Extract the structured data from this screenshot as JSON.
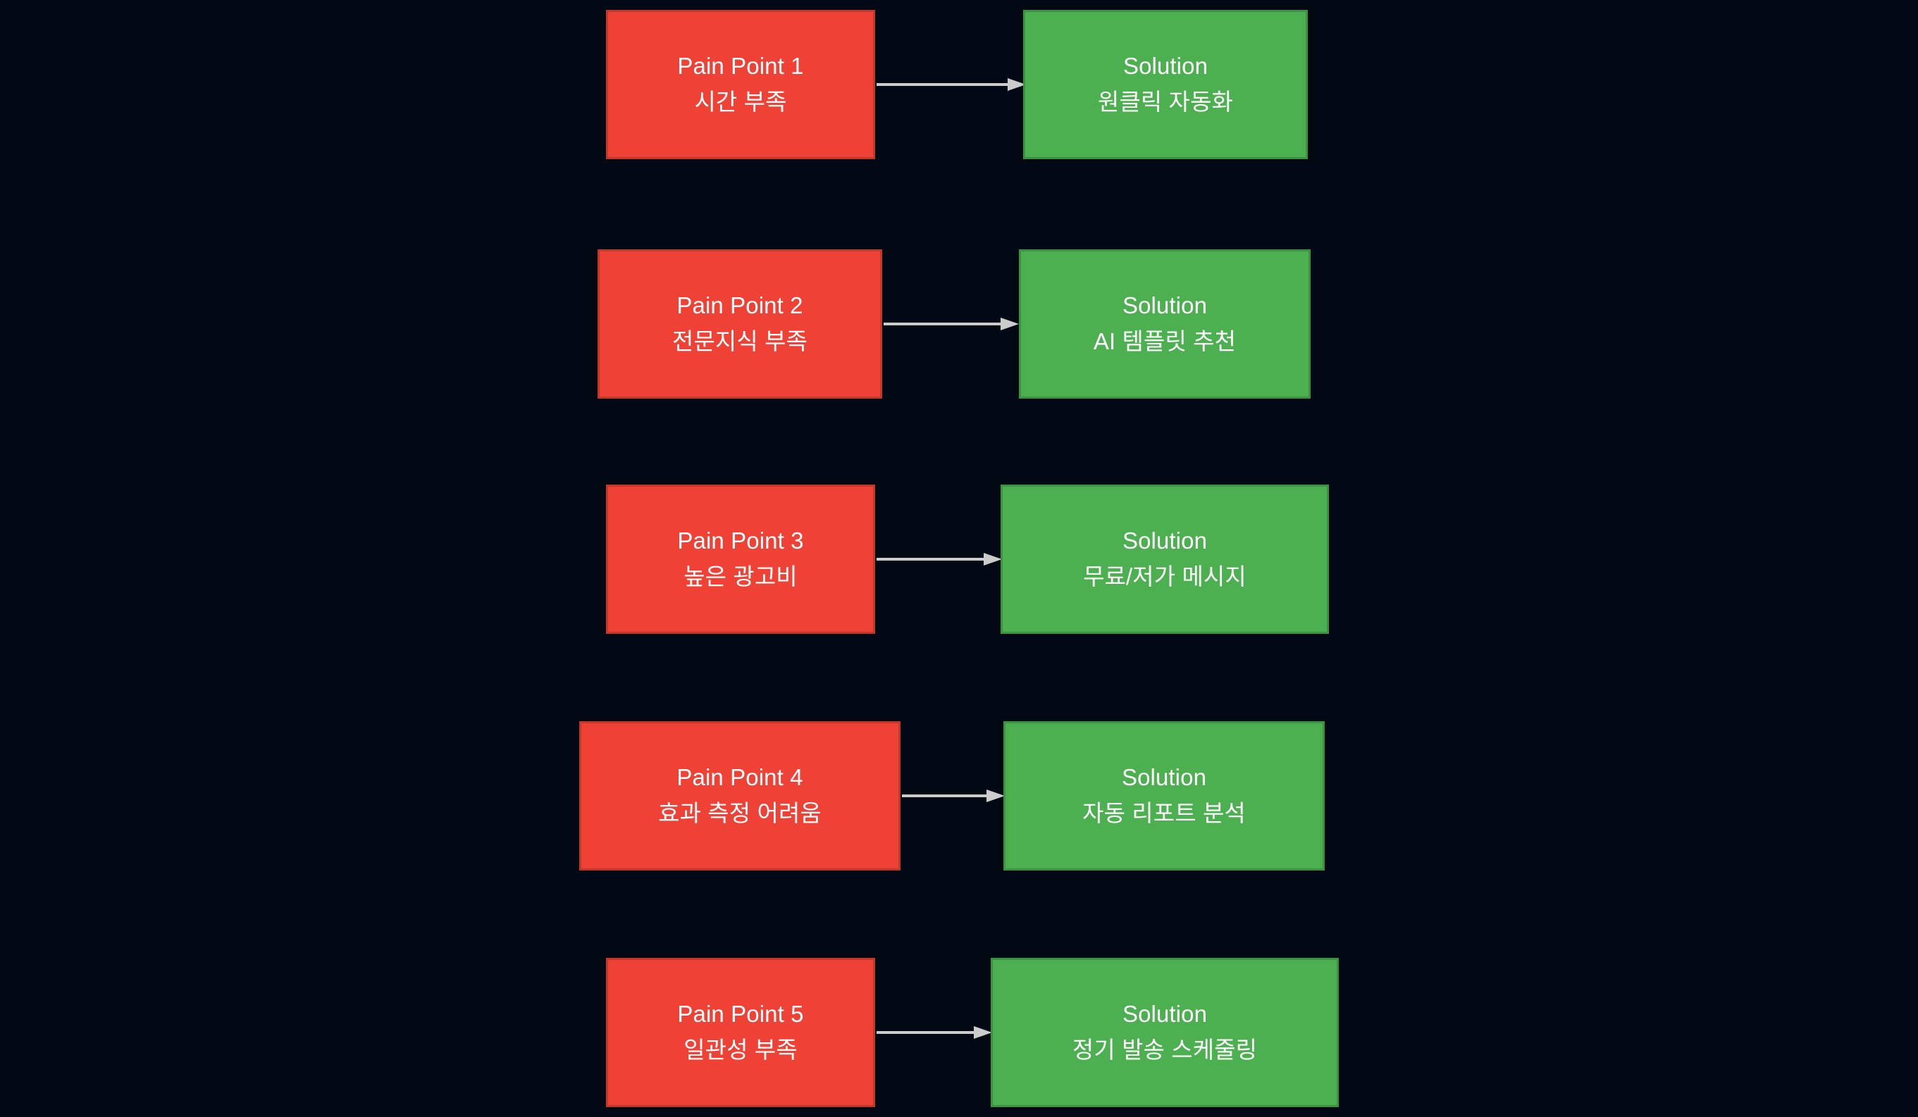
{
  "diagram": {
    "type": "flowchart",
    "background_color": "#030914",
    "pain_color": "#ef4136",
    "pain_border_color": "#c0392b",
    "solution_color": "#4caf50",
    "solution_border_color": "#3d9142",
    "arrow_color": "#cccccc",
    "text_color": "#ffffff",
    "rows": [
      {
        "pain": {
          "title": "Pain Point 1",
          "subtitle": "시간 부족"
        },
        "solution": {
          "title": "Solution",
          "subtitle": "원클릭 자동화"
        }
      },
      {
        "pain": {
          "title": "Pain Point 2",
          "subtitle": "전문지식 부족"
        },
        "solution": {
          "title": "Solution",
          "subtitle": "AI 템플릿 추천"
        }
      },
      {
        "pain": {
          "title": "Pain Point 3",
          "subtitle": "높은 광고비"
        },
        "solution": {
          "title": "Solution",
          "subtitle": "무료/저가 메시지"
        }
      },
      {
        "pain": {
          "title": "Pain Point 4",
          "subtitle": "효과 측정 어려움"
        },
        "solution": {
          "title": "Solution",
          "subtitle": "자동 리포트 분석"
        }
      },
      {
        "pain": {
          "title": "Pain Point 5",
          "subtitle": "일관성 부족"
        },
        "solution": {
          "title": "Solution",
          "subtitle": "정기 발송 스케줄링"
        }
      }
    ]
  }
}
